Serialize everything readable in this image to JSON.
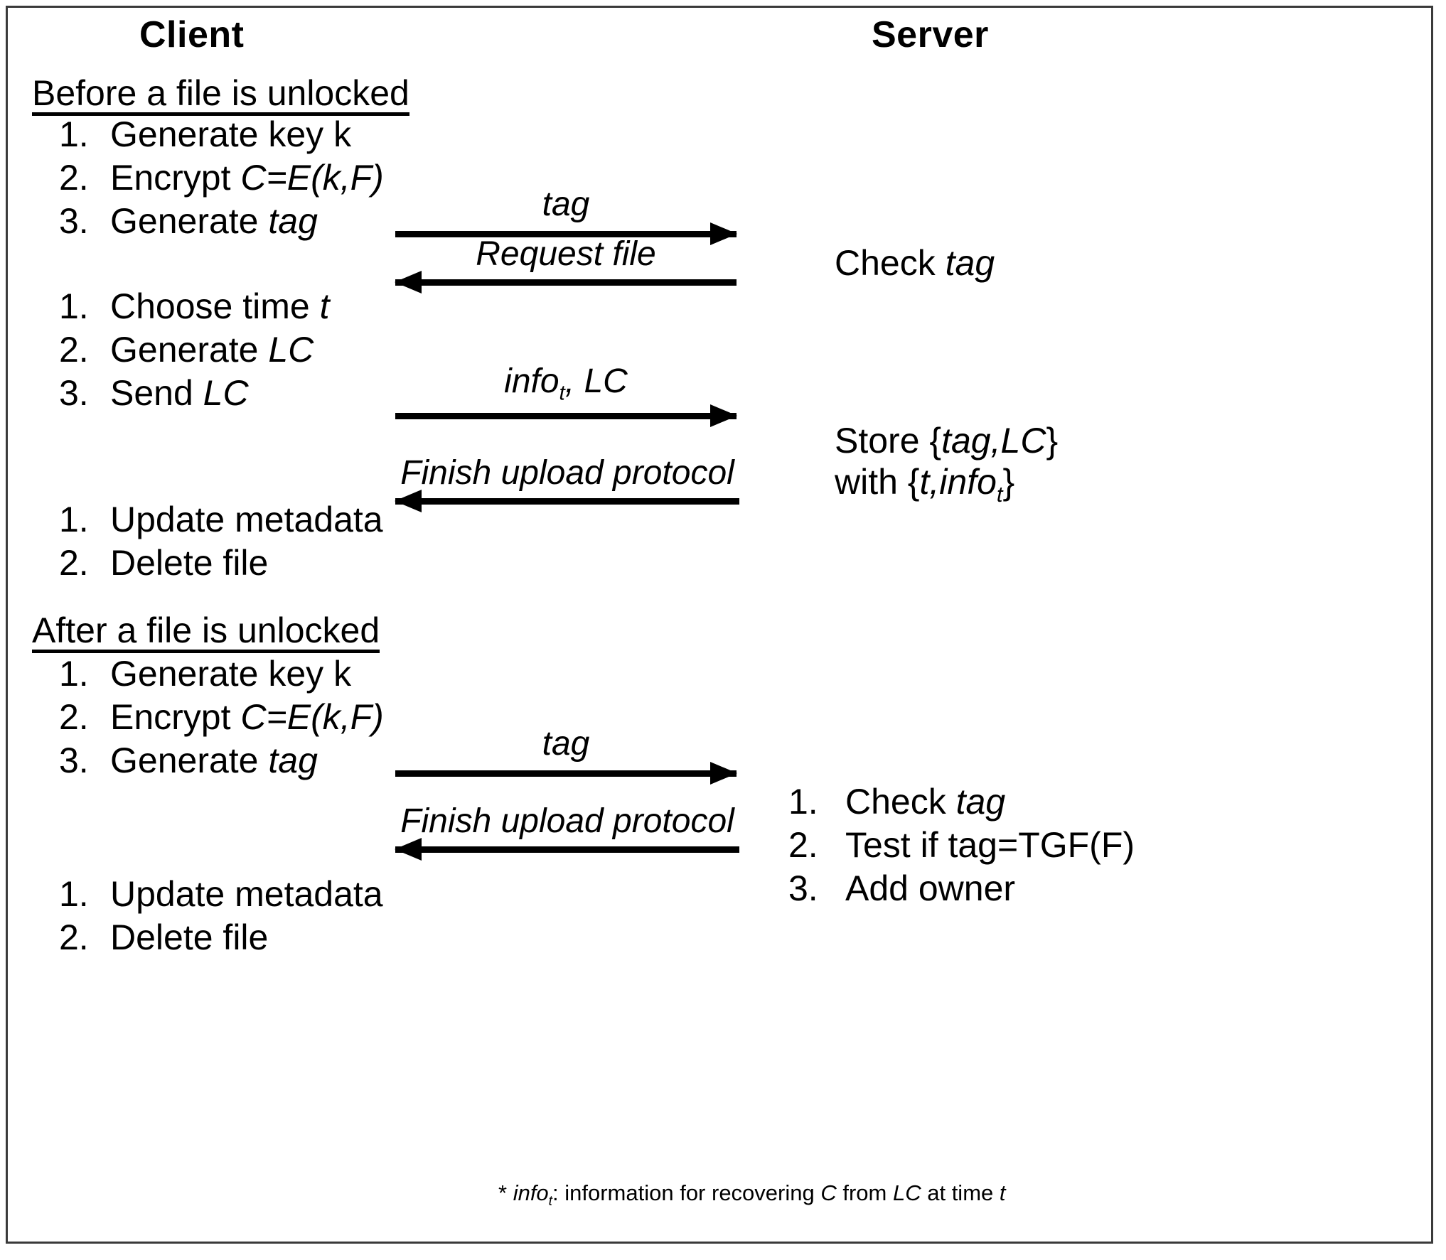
{
  "figure": {
    "type": "protocol-sequence-diagram",
    "columns": {
      "client": "Client",
      "server": "Server"
    }
  },
  "sections": [
    {
      "id": "before",
      "heading": "Before a file is unlocked"
    },
    {
      "id": "after",
      "heading": "After a file is unlocked"
    }
  ],
  "client": {
    "before": {
      "block1": [
        {
          "num": "1.",
          "text": "Generate key k"
        },
        {
          "num": "2.",
          "text": "Encrypt ",
          "italic": "C=E(k,F)"
        },
        {
          "num": "3.",
          "text": "Generate ",
          "italic": "tag"
        }
      ],
      "block2": [
        {
          "num": "1.",
          "text": "Choose time ",
          "italic": "t"
        },
        {
          "num": "2.",
          "text": "Generate ",
          "italic": "LC"
        },
        {
          "num": "3.",
          "text": "Send ",
          "italic": "LC"
        }
      ],
      "block3": [
        {
          "num": "1.",
          "text": "Update metadata"
        },
        {
          "num": "2.",
          "text": "Delete file"
        }
      ]
    },
    "after": {
      "block1": [
        {
          "num": "1.",
          "text": "Generate key k"
        },
        {
          "num": "2.",
          "text": "Encrypt ",
          "italic": "C=E(k,F)"
        },
        {
          "num": "3.",
          "text": "Generate ",
          "italic": "tag"
        }
      ],
      "block2": [
        {
          "num": "1.",
          "text": "Update metadata"
        },
        {
          "num": "2.",
          "text": "Delete file"
        }
      ]
    }
  },
  "server": {
    "before": {
      "check_tag": {
        "plain": "Check ",
        "italic": "tag"
      },
      "store_line1": {
        "plain": "Store {",
        "italic": "tag,LC",
        "plain2": "}"
      },
      "store_line2": {
        "plain": "with {",
        "italic": "t,info",
        "sub": "t",
        "plain2": "}"
      }
    },
    "after": [
      {
        "num": "1.",
        "text": "Check ",
        "italic": "tag"
      },
      {
        "num": "2.",
        "text": "Test if tag=TGF(F)"
      },
      {
        "num": "3.",
        "text": "Add owner"
      }
    ]
  },
  "messages": [
    {
      "id": "tag-1",
      "label": "tag",
      "direction": "right"
    },
    {
      "id": "req-file",
      "label": "Request file",
      "direction": "left"
    },
    {
      "id": "info-lc",
      "label": "infot, LC",
      "direction": "right"
    },
    {
      "id": "finish-1",
      "label": "Finish upload protocol",
      "direction": "left"
    },
    {
      "id": "tag-2",
      "label": "tag",
      "direction": "right"
    },
    {
      "id": "finish-2",
      "label": "Finish upload protocol",
      "direction": "left"
    }
  ],
  "footnote": {
    "star": "* ",
    "term": "info",
    "sub": "t",
    "rest": ": information for recovering ",
    "c": "C",
    "rest2": " from ",
    "lc": "LC",
    "rest3": " at time ",
    "t": "t"
  },
  "colors": {
    "ink": "#000000",
    "border": "#3a3a3a",
    "background": "#ffffff"
  }
}
